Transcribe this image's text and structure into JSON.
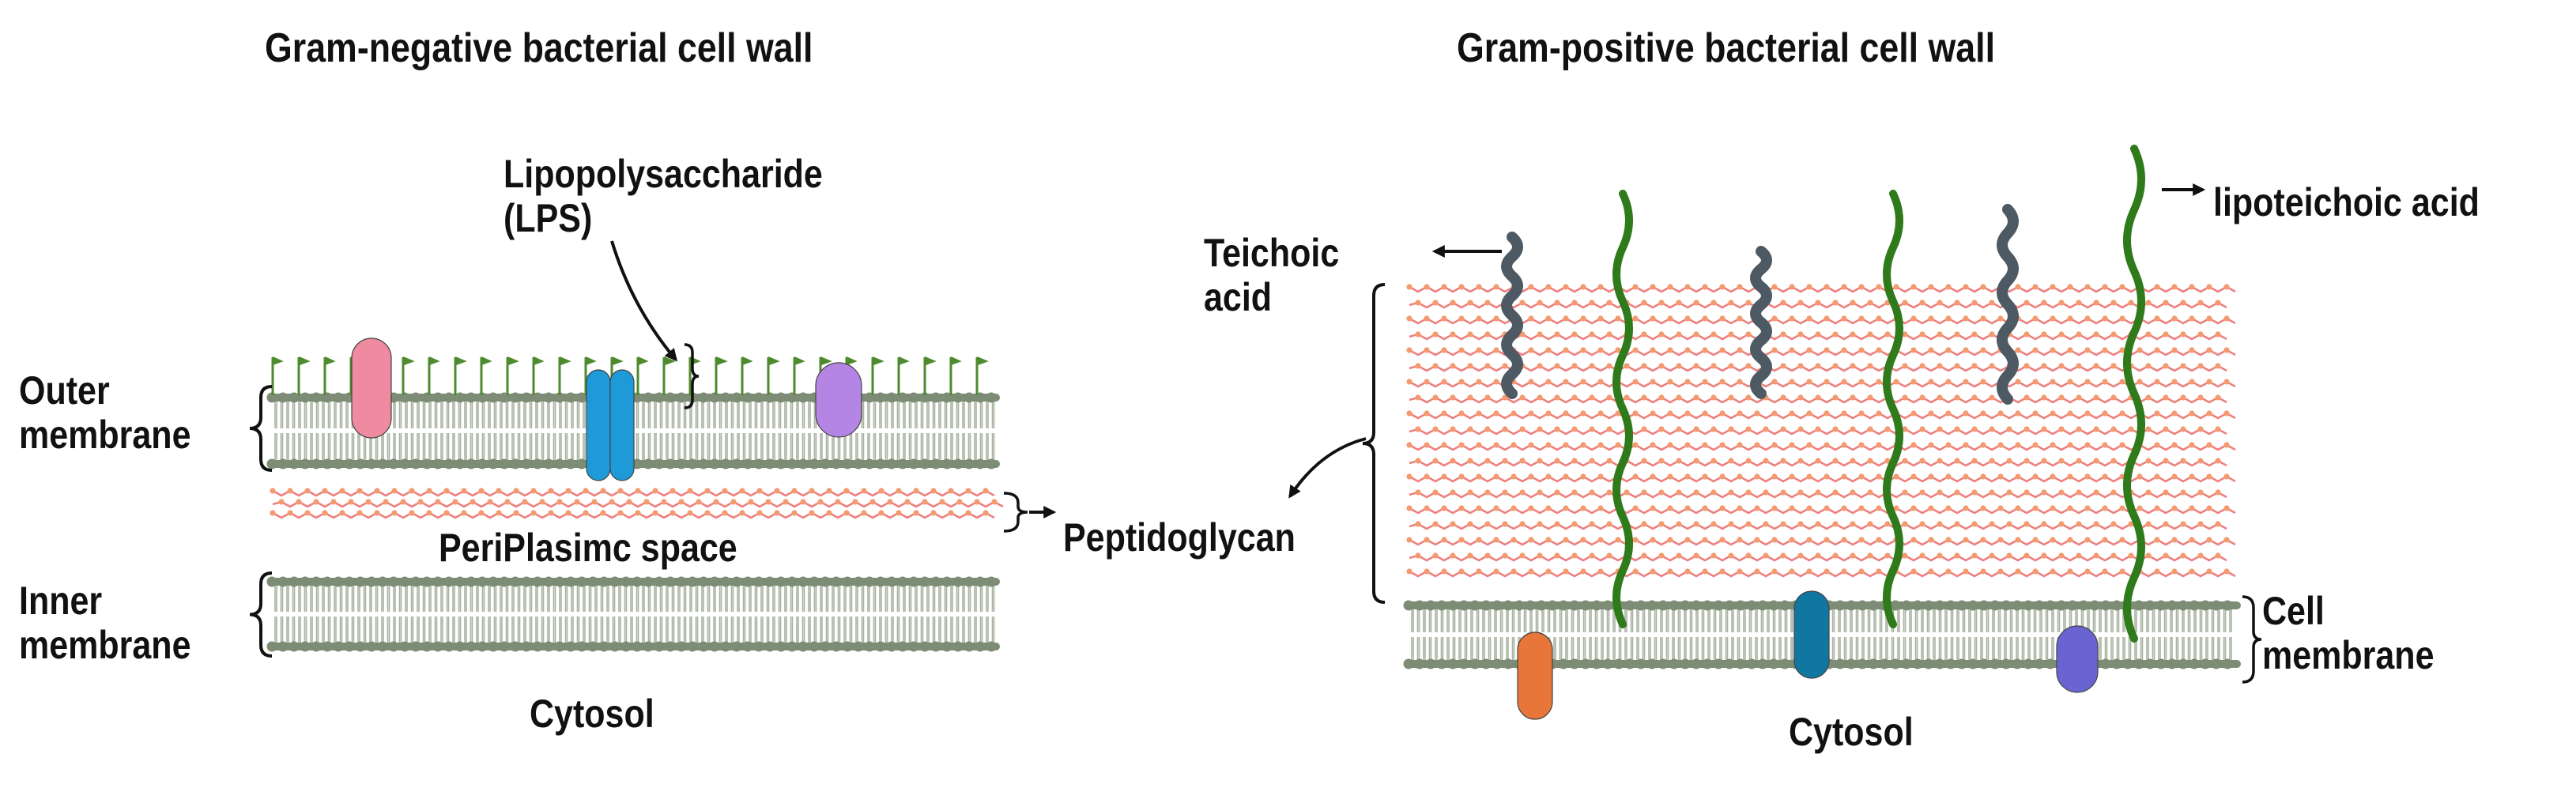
{
  "left_panel": {
    "title": "Gram-negative bacterial cell wall",
    "lps_label": "Lipopolysaccharide\n(LPS)",
    "outer_membrane_label": "Outer\nmembrane",
    "periplasmic_label": "PeriPlasimc space",
    "peptidoglycan_label": "Peptidoglycan",
    "inner_membrane_label": "Inner\nmembrane",
    "cytosol_label": "Cytosol"
  },
  "right_panel": {
    "title": "Gram-positive bacterial cell wall",
    "teichoic_label": "Teichoic\nacid",
    "lipoteichoic_label": "lipoteichoic acid",
    "cell_membrane_label": "Cell\nmembrane",
    "cytosol_label": "Cytosol"
  },
  "colors": {
    "lipid_head": "#7d8c74",
    "lipid_tail": "#a9b3a2",
    "peptidoglycan": "#ee7f7f",
    "peptidoglycan_node": "#f49a6f",
    "lps": "#4f8a2e",
    "protein_pink": "#ef8aa0",
    "protein_blue": "#1f9ad8",
    "protein_purple": "#b485e4",
    "protein_orange": "#e8763a",
    "protein_teal": "#0f77a0",
    "protein_indigo": "#6a63d2",
    "teichoic": "#4d5a63",
    "lipoteichoic": "#2f7a1a"
  }
}
